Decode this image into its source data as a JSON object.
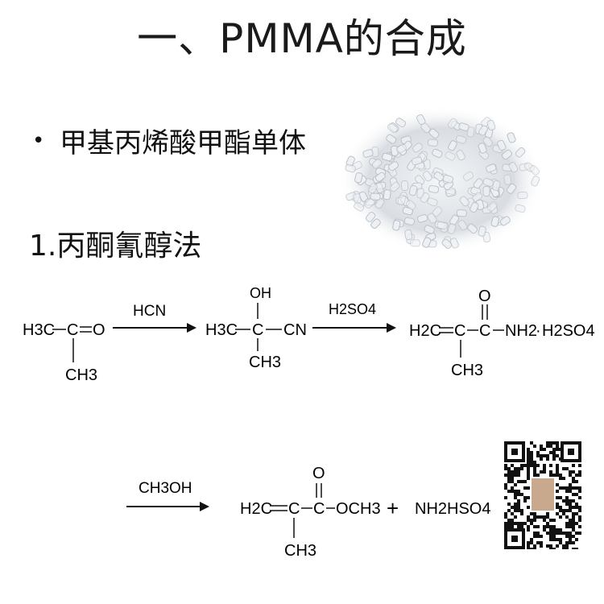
{
  "title": "一、PMMA的合成",
  "bullet": {
    "dot": "•",
    "text": "甲基丙烯酸甲酯单体"
  },
  "method": {
    "heading": "1.丙酮氰醇法"
  },
  "reaction1": {
    "reactant_h3c": "H3C",
    "reactant_c": "C",
    "reactant_o": "O",
    "reactant_ch3": "CH3",
    "reagent_hcn": "HCN",
    "int_h3c": "H3C",
    "int_c": "C",
    "int_oh": "OH",
    "int_cn": "CN",
    "int_ch3": "CH3",
    "reagent_h2so4": "H2SO4",
    "prod_h2c": "H2C",
    "prod_c1": "C",
    "prod_c2": "C",
    "prod_o": "O",
    "prod_nh2": "NH2",
    "prod_dot": "·",
    "prod_h2so4": "H2SO4",
    "prod_ch3": "CH3"
  },
  "reaction2": {
    "reagent_ch3oh": "CH3OH",
    "prod_h2c": "H2C",
    "prod_c1": "C",
    "prod_c2": "C",
    "prod_o": "O",
    "prod_och3": "OCH3",
    "prod_ch3": "CH3",
    "plus": "+",
    "byproduct": "NH2HSO4"
  }
}
